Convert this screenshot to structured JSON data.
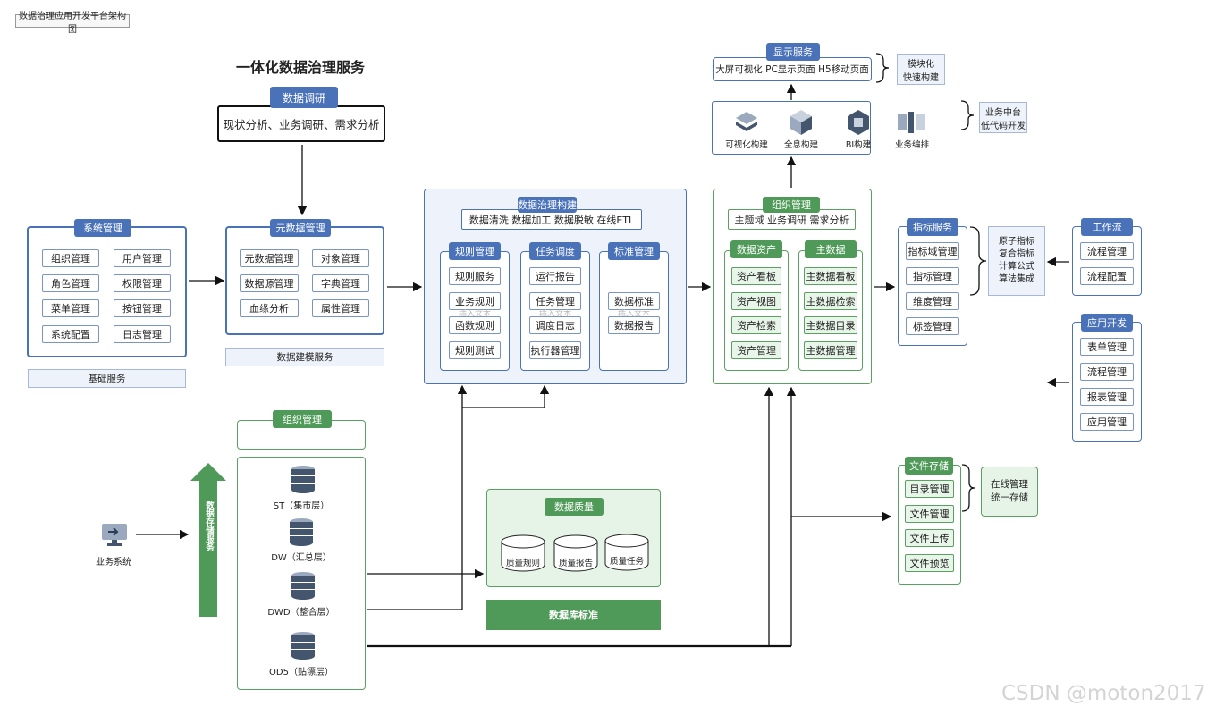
{
  "title": "数据治理应用开发平台架构图",
  "main_heading": "一体化数据治理服务",
  "research": {
    "tag": "数据调研",
    "content": "现状分析、业务调研、需求分析"
  },
  "system_mgmt": {
    "tag": "系统管理",
    "items": [
      "组织管理",
      "用户管理",
      "角色管理",
      "权限管理",
      "菜单管理",
      "按钮管理",
      "系统配置",
      "日志管理"
    ],
    "footer": "基础服务"
  },
  "metadata_mgmt": {
    "tag": "元数据管理",
    "items": [
      "元数据管理",
      "对象管理",
      "数据源管理",
      "字典管理",
      "血缘分析",
      "属性管理"
    ],
    "footer": "数据建模服务"
  },
  "governance": {
    "tag": "数据治理构建",
    "subtitle": "数据清洗  数据加工  数据脱敏  在线ETL",
    "rule": {
      "tag": "规则管理",
      "items": [
        "规则服务",
        "业务规则",
        "函数规则",
        "规则测试"
      ]
    },
    "task": {
      "tag": "任务调度",
      "items": [
        "运行报告",
        "任务管理",
        "调度日志",
        "执行器管理"
      ]
    },
    "standard": {
      "tag": "标准管理",
      "items": [
        "数据标准",
        "数据报告"
      ]
    },
    "ghost_text": "插入文本"
  },
  "org_mgmt": {
    "tag": "组织管理",
    "subtitle": "主题域  业务调研  需求分析",
    "asset": {
      "tag": "数据资产",
      "items": [
        "资产看板",
        "资产视图",
        "资产检索",
        "资产管理"
      ]
    },
    "master": {
      "tag": "主数据",
      "items": [
        "主数据看板",
        "主数据检索",
        "主数据目录",
        "主数据管理"
      ]
    }
  },
  "display": {
    "tag": "显示服务",
    "content": "大屏可视化  PC显示页面  H5移动页面",
    "note": [
      "模块化",
      "快速构建"
    ]
  },
  "lowcode": {
    "items": [
      "可视化构建",
      "全息构建",
      "BI构建",
      "业务编排"
    ],
    "note": [
      "业务中台",
      "低代码开发"
    ]
  },
  "metrics": {
    "tag": "指标服务",
    "items": [
      "指标域管理",
      "指标管理",
      "维度管理",
      "标签管理"
    ],
    "note": [
      "原子指标",
      "复合指标",
      "计算公式",
      "算法集成"
    ]
  },
  "workflow": {
    "tag": "工作流",
    "items": [
      "流程管理",
      "流程配置"
    ]
  },
  "appdev": {
    "tag": "应用开发",
    "items": [
      "表单管理",
      "流程管理",
      "报表管理",
      "应用管理"
    ]
  },
  "filestore": {
    "tag": "文件存储",
    "items": [
      "目录管理",
      "文件管理",
      "文件上传",
      "文件预览"
    ],
    "note": [
      "在线管理",
      "统一存储"
    ]
  },
  "storage": {
    "tag": "组织管理",
    "layers": [
      "ST（集市层）",
      "DW（汇总层）",
      "DWD（整合层）",
      "OD5（贴漂层）"
    ],
    "arrow_label": "数据存储服务"
  },
  "business_system": "业务系统",
  "quality": {
    "tag": "数据质量",
    "items": [
      "质量规则",
      "质量报告",
      "质量任务"
    ],
    "footer": "数据库标准"
  },
  "watermark": "CSDN @moton2017",
  "colors": {
    "blue": "#4a72b8",
    "green": "#4f9a58"
  }
}
